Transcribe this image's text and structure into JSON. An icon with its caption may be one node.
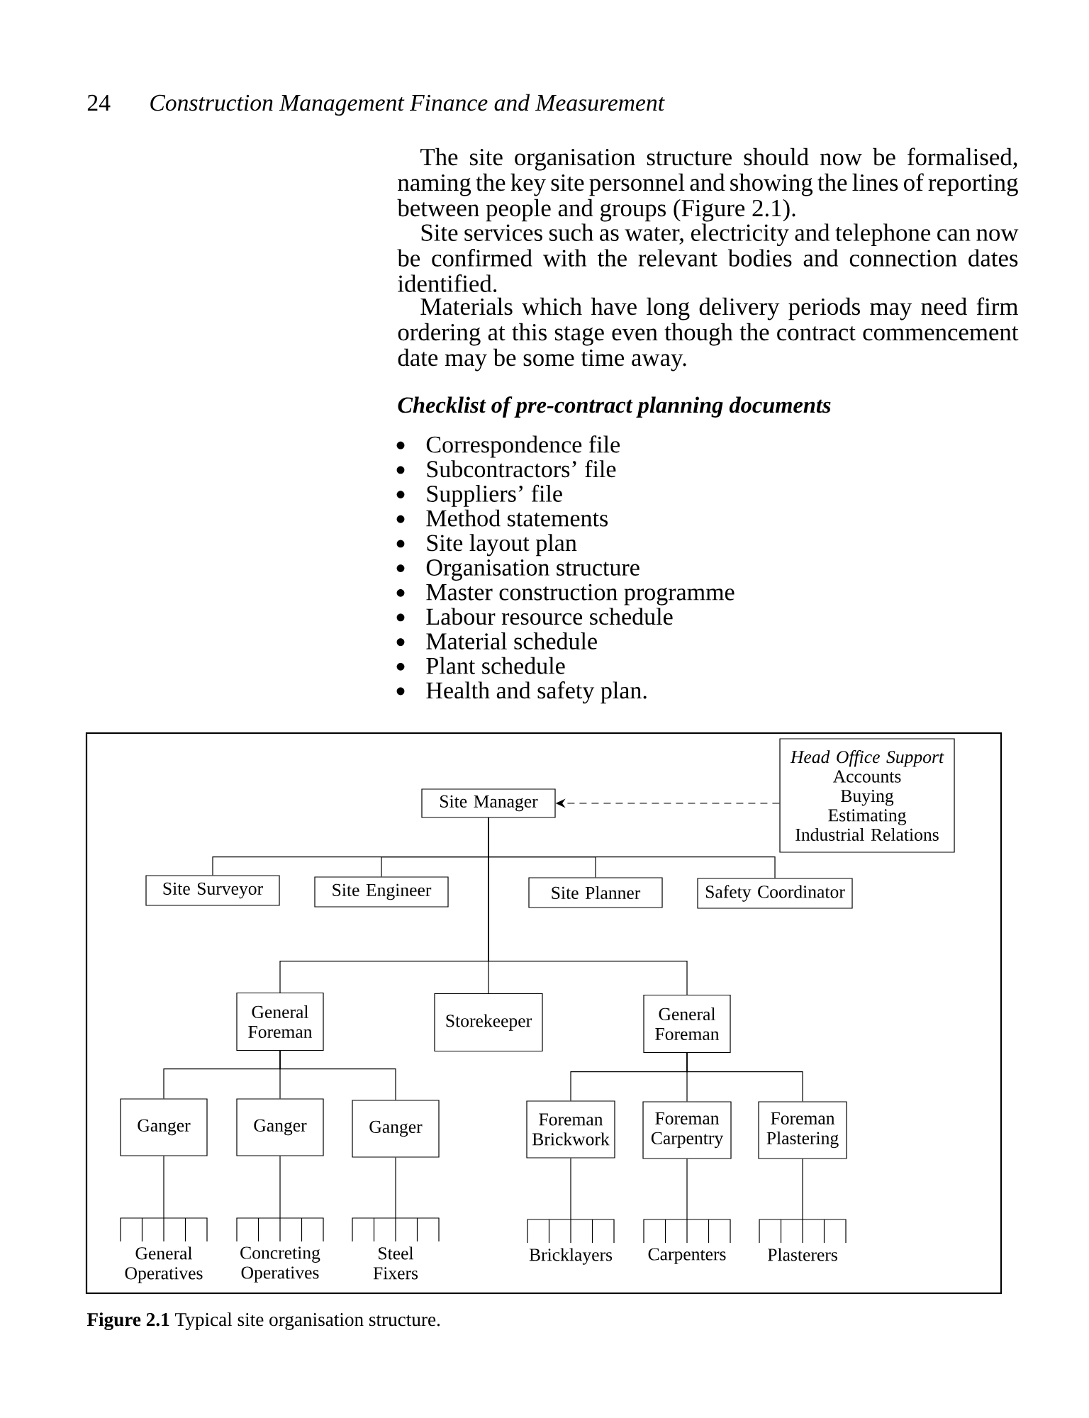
{
  "diagram": {
    "caption": "**Figure 2.1** Typical site organisation structure.",
    "nodes": [
      {
        "text": [
          "Site Manager"
        ]
      },
      {
        "text": [
          "Head Office Support",
          "Accounts",
          "Buying",
          "Estimating",
          "Industrial Relations"
        ]
      },
      {
        "text": [
          "Site Surveyor"
        ]
      },
      {
        "text": [
          "Site Engineer"
        ]
      },
      {
        "text": [
          "Site Planner"
        ]
      },
      {
        "text": [
          "Safety Coordinator"
        ]
      },
      {
        "text": [
          "General Foreman"
        ]
      },
      {
        "text": [
          "Storekeeper"
        ]
      },
      {
        "text": [
          "General Foreman"
        ]
      },
      {
        "text": [
          "Ganger"
        ]
      },
      {
        "text": [
          "Ganger"
        ]
      },
      {
        "text": [
          "Ganger"
        ]
      },
      {
        "text": [
          "Foreman Brickwork"
        ]
      },
      {
        "text": [
          "Foreman Carpentry"
        ]
      },
      {
        "text": [
          "Foreman Plastering"
        ]
      },
      {
        "text": [
          "General Operatives"
        ]
      },
      {
        "text": [
          "Concreting Operatives"
        ]
      },
      {
        "text": [
          "Steel Fixers"
        ]
      },
      {
        "text": [
          "Bricklayers"
        ]
      },
      {
        "text": [
          "Carpenters"
        ]
      },
      {
        "text": [
          "Plasterers"
        ]
      }
    ],
    "edges": [
      {
        "from": 1,
        "to": 0,
        "arrow": "to",
        "style": "dashed"
      },
      {
        "from": 0,
        "to": 2,
        "arrow": "none"
      },
      {
        "from": 0,
        "to": 3,
        "arrow": "none"
      },
      {
        "from": 0,
        "to": 4,
        "arrow": "none"
      },
      {
        "from": 0,
        "to": 5,
        "arrow": "none"
      },
      {
        "from": 0,
        "to": 6,
        "arrow": "none"
      },
      {
        "from": 0,
        "to": 7,
        "arrow": "none"
      },
      {
        "from": 0,
        "to": 8,
        "arrow": "none"
      },
      {
        "from": 6,
        "to": 9,
        "arrow": "none"
      },
      {
        "from": 6,
        "to": 10,
        "arrow": "none"
      },
      {
        "from": 6,
        "to": 11,
        "arrow": "none"
      },
      {
        "from": 8,
        "to": 12,
        "arrow": "none"
      },
      {
        "from": 8,
        "to": 13,
        "arrow": "none"
      },
      {
        "from": 8,
        "to": 14,
        "arrow": "none"
      },
      {
        "from": 9,
        "to": 15,
        "arrow": "none"
      },
      {
        "from": 10,
        "to": 16,
        "arrow": "none"
      },
      {
        "from": 11,
        "to": 17,
        "arrow": "none"
      },
      {
        "from": 12,
        "to": 18,
        "arrow": "none"
      },
      {
        "from": 13,
        "to": 19,
        "arrow": "none"
      },
      {
        "from": 14,
        "to": 20,
        "arrow": "none"
      }
    ],
    "labels": [
      "24",
      "Construction Management Finance and Measurement",
      "The site organisation structure should now be formalised, naming the key site personnel and showing the lines of reporting between people and groups (Figure 2.1).",
      "Site services such as water, electricity and telephone can now be confirmed with the relevant bodies and connection dates identified.",
      "Materials which have long delivery periods may need firm ordering at this stage even though the contract commencement date may be some time away.",
      "Checklist of pre-contract planning documents",
      "Correspondence file",
      "Subcontractors’ file",
      "Suppliers’ file",
      "Method statements",
      "Site layout plan",
      "Organisation structure",
      "Master construction programme",
      "Labour resource schedule",
      "Material schedule",
      "Plant schedule",
      "Health and safety plan."
    ]
  }
}
